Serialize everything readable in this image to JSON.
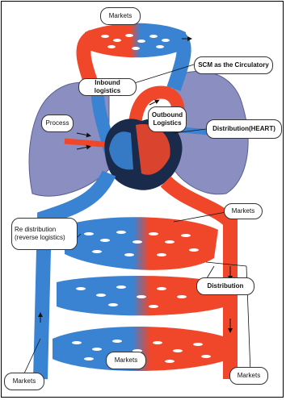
{
  "labels": {
    "markets_top": "Markets",
    "scm_circulatory": "SCM as the Circulatory",
    "inbound_logistics": "Inbound logistics",
    "process": "Process",
    "outbound_logistics": "Outbound\nLogistics",
    "distribution_heart": "Distribution(HEART)",
    "markets_right": "Markets",
    "re_distribution": "Re distribution\n(reverse logistics)",
    "distribution": "Distribution",
    "markets_bottom_center": "Markets",
    "markets_bottom_left": "Markets",
    "markets_bottom_right": "Markets"
  },
  "colors": {
    "blue": "#3a82d2",
    "red": "#f0462a",
    "lung": "#8a8ec0",
    "heart": "#1a2a4a"
  }
}
